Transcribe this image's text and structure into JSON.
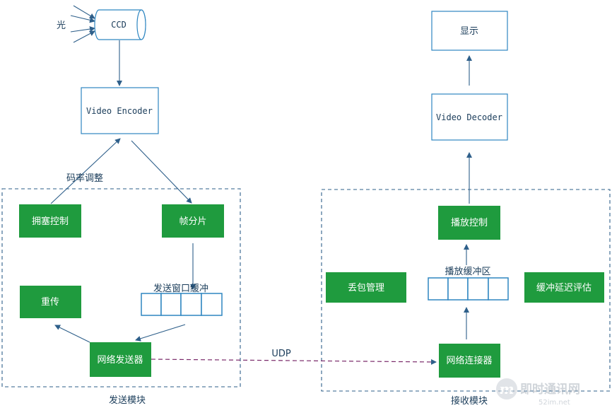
{
  "nodes": {
    "light": "光",
    "ccd": "CCD",
    "video_encoder": "Video Encoder",
    "bitrate_adjust": "码率调整",
    "congestion_control": "拥塞控制",
    "frame_split": "帧分片",
    "send_window_buffer": "发送窗口缓冲",
    "retransmit": "重传",
    "network_sender": "网络发送器",
    "send_module": "发送模块",
    "udp": "UDP",
    "display": "显示",
    "video_decoder": "Video Decoder",
    "playback_control": "播放控制",
    "playback_buffer": "播放缓冲区",
    "packet_loss_mgmt": "丢包管理",
    "buffer_delay_eval": "缓冲延迟评估",
    "network_connector": "网络连接器",
    "receive_module": "接收模块"
  },
  "watermark": {
    "brand": "即时通讯网",
    "url": "52im.net"
  },
  "colors": {
    "green": "#1f9b3e",
    "blue_border": "#2e86c1",
    "udp_line": "#7a2a6a"
  }
}
